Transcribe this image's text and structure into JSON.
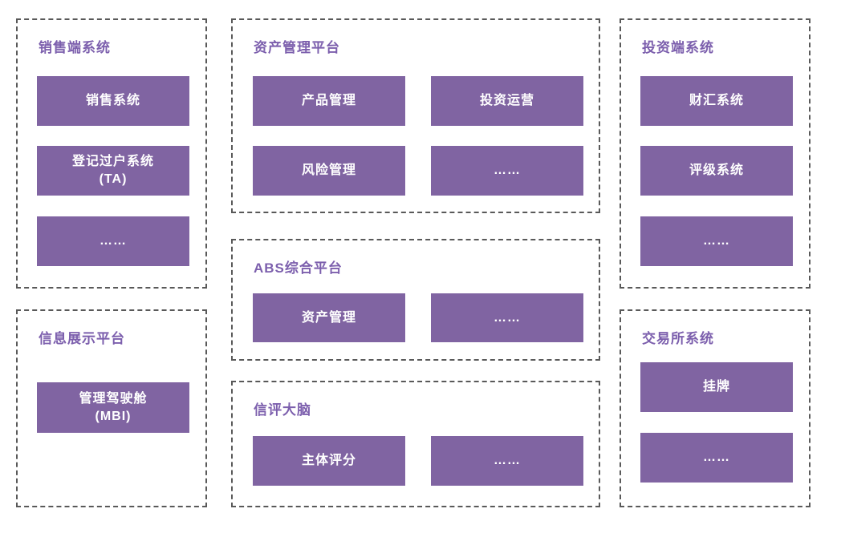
{
  "colors": {
    "block_fill": "#8064A2",
    "block_text": "#FFFFFF",
    "title_text": "#7C5FAD",
    "dashed_border": "#595959",
    "background": "#FFFFFF"
  },
  "groups": {
    "sales": {
      "title": "销售端系统",
      "items": {
        "sales_system": "销售系统",
        "ta_system": "登记过户系统\n(TA)",
        "more": "……"
      }
    },
    "info": {
      "title": "信息展示平台",
      "items": {
        "mbi": "管理驾驶舱\n(MBI)"
      }
    },
    "asset": {
      "title": "资产管理平台",
      "items": {
        "product_mgmt": "产品管理",
        "invest_ops": "投资运营",
        "risk_mgmt": "风险管理",
        "more": "……"
      }
    },
    "abs": {
      "title": "ABS综合平台",
      "items": {
        "asset_mgmt": "资产管理",
        "more": "……"
      }
    },
    "credit": {
      "title": "信评大脑",
      "items": {
        "entity_score": "主体评分",
        "more": "……"
      }
    },
    "invest": {
      "title": "投资端系统",
      "items": {
        "caihui_system": "财汇系统",
        "rating_system": "评级系统",
        "more": "……"
      }
    },
    "exchange": {
      "title": "交易所系统",
      "items": {
        "listing": "挂牌",
        "more": "……"
      }
    }
  }
}
